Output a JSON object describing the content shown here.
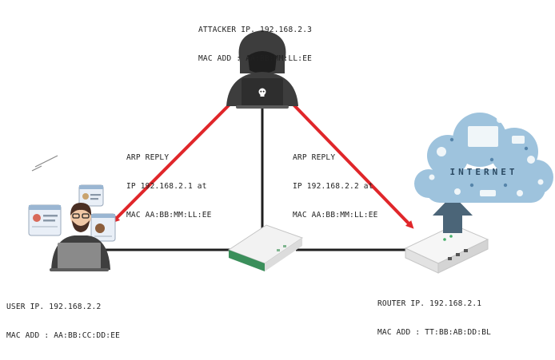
{
  "attacker": {
    "ip": "ATTACKER IP. 192.168.2.3",
    "mac": "MAC ADD : AA:BB:MM:LL:EE"
  },
  "arp_left": {
    "line1": "ARP REPLY",
    "line2": "IP 192.168.2.1 at",
    "line3": "MAC AA:BB:MM:LL:EE"
  },
  "arp_right": {
    "line1": "ARP REPLY",
    "line2": "IP 192.168.2.2 at",
    "line3": "MAC AA:BB:MM:LL:EE"
  },
  "user": {
    "ip": "USER IP. 192.168.2.2",
    "mac": "MAC ADD : AA:BB:CC:DD:EE"
  },
  "router": {
    "ip": "ROUTER IP. 192.168.2.1",
    "mac": "MAC ADD : TT:BB:AB:DD:BL"
  },
  "cloud": {
    "text": "INTERNET"
  },
  "colors": {
    "arrow_red": "#e0262a",
    "cable": "#1f1f1f",
    "hacker": "#3d3d3d",
    "cloud": "#9ec3dd",
    "switch_green": "#3b8f5b",
    "up_arrow": "#4b6578"
  }
}
